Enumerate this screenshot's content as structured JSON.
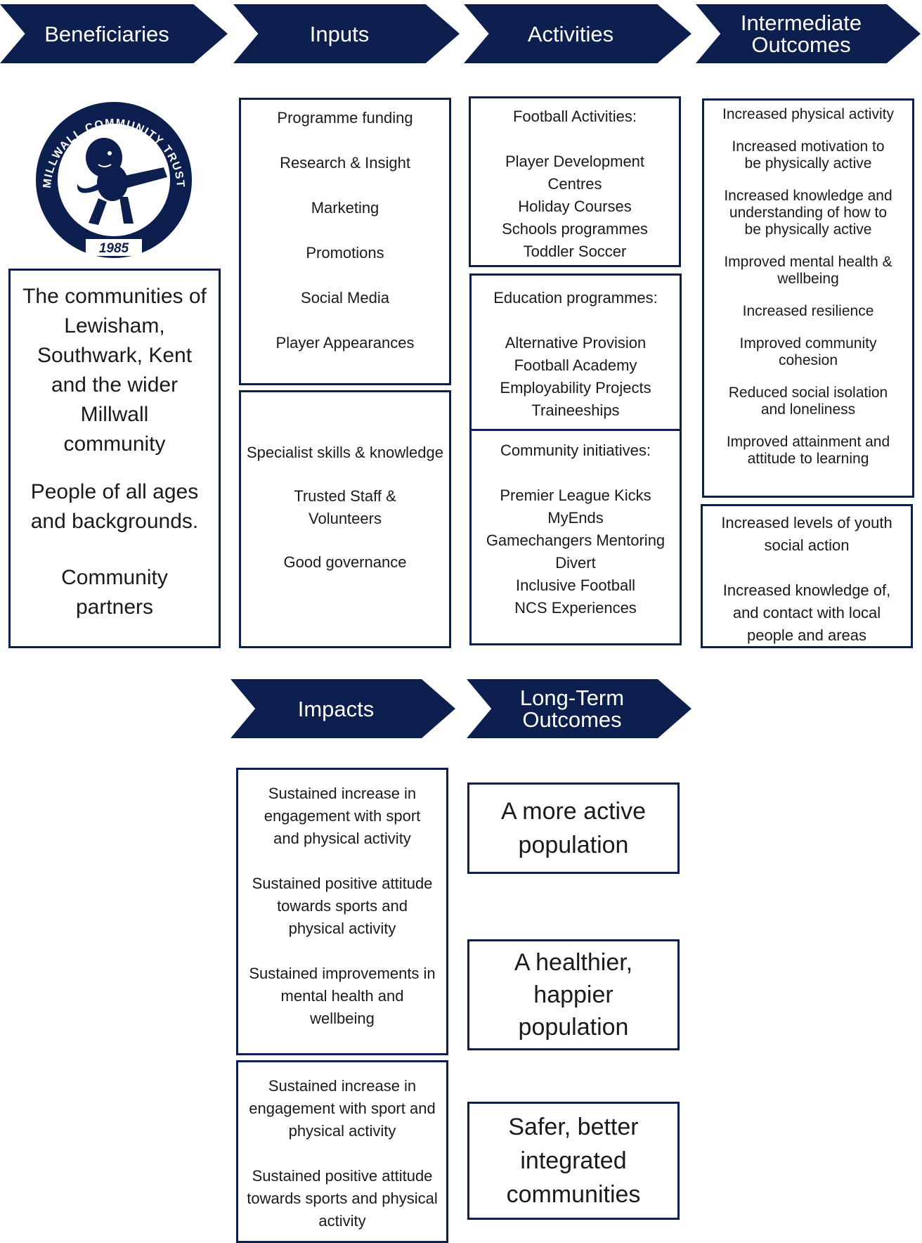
{
  "colors": {
    "navy": "#0c1f4f",
    "background": "#ffffff"
  },
  "headers": {
    "beneficiaries": "Beneficiaries",
    "inputs": "Inputs",
    "activities": "Activities",
    "intermediate_line1": "Intermediate",
    "intermediate_line2": "Outcomes",
    "impacts": "Impacts",
    "longterm_line1": "Long-Term",
    "longterm_line2": "Outcomes"
  },
  "logo": {
    "text": "MILLWALL COMMUNITY TRUST",
    "year": "1985",
    "icon": "lion-crest"
  },
  "beneficiaries": {
    "communities": "The communities of\nLewisham,\nSouthwark, Kent\nand the wider\nMillwall\ncommunity",
    "people": "People of all ages\nand backgrounds.",
    "partners": "Community\npartners"
  },
  "inputs": {
    "box1": [
      "Programme funding",
      "Research & Insight",
      "Marketing",
      "Promotions",
      "Social Media",
      "Player Appearances"
    ],
    "box2": [
      "Specialist skills & knowledge",
      "Trusted Staff &\nVolunteers",
      "Good governance"
    ]
  },
  "activities": {
    "football_title": "Football Activities:",
    "football_items": "Player Development\nCentres\nHoliday Courses\nSchools programmes\nToddler Soccer",
    "education_title": "Education programmes:",
    "education_items": "Alternative Provision\nFootball Academy\nEmployability Projects\nTraineeships",
    "community_title": "Community initiatives:",
    "community_items": "Premier League Kicks\nMyEnds\nGamechangers Mentoring\nDivert\nInclusive Football\nNCS Experiences"
  },
  "intermediate": {
    "box1": [
      "Increased physical activity",
      "Increased motivation to\nbe physically active",
      "Increased knowledge and\nunderstanding of how to\nbe physically active",
      "Improved mental health &\nwellbeing",
      "Increased resilience",
      "Improved community\ncohesion",
      "Reduced social isolation\nand loneliness",
      "Improved attainment and\nattitude to learning"
    ],
    "box2": [
      "Increased levels of youth\nsocial action",
      "Increased knowledge of,\nand contact with local\npeople and areas"
    ]
  },
  "impacts": {
    "box1": [
      "Sustained increase in\nengagement with sport\nand physical activity",
      "Sustained positive attitude\ntowards sports and\nphysical activity",
      "Sustained improvements in\nmental health and\nwellbeing"
    ],
    "box2": [
      "Sustained increase in\nengagement with sport and\nphysical activity",
      "Sustained positive attitude\ntowards sports and physical\nactivity"
    ]
  },
  "longterm": {
    "active": "A more active\npopulation",
    "healthier": "A healthier,\nhappier\npopulation",
    "safer": "Safer, better\nintegrated\ncommunities"
  }
}
